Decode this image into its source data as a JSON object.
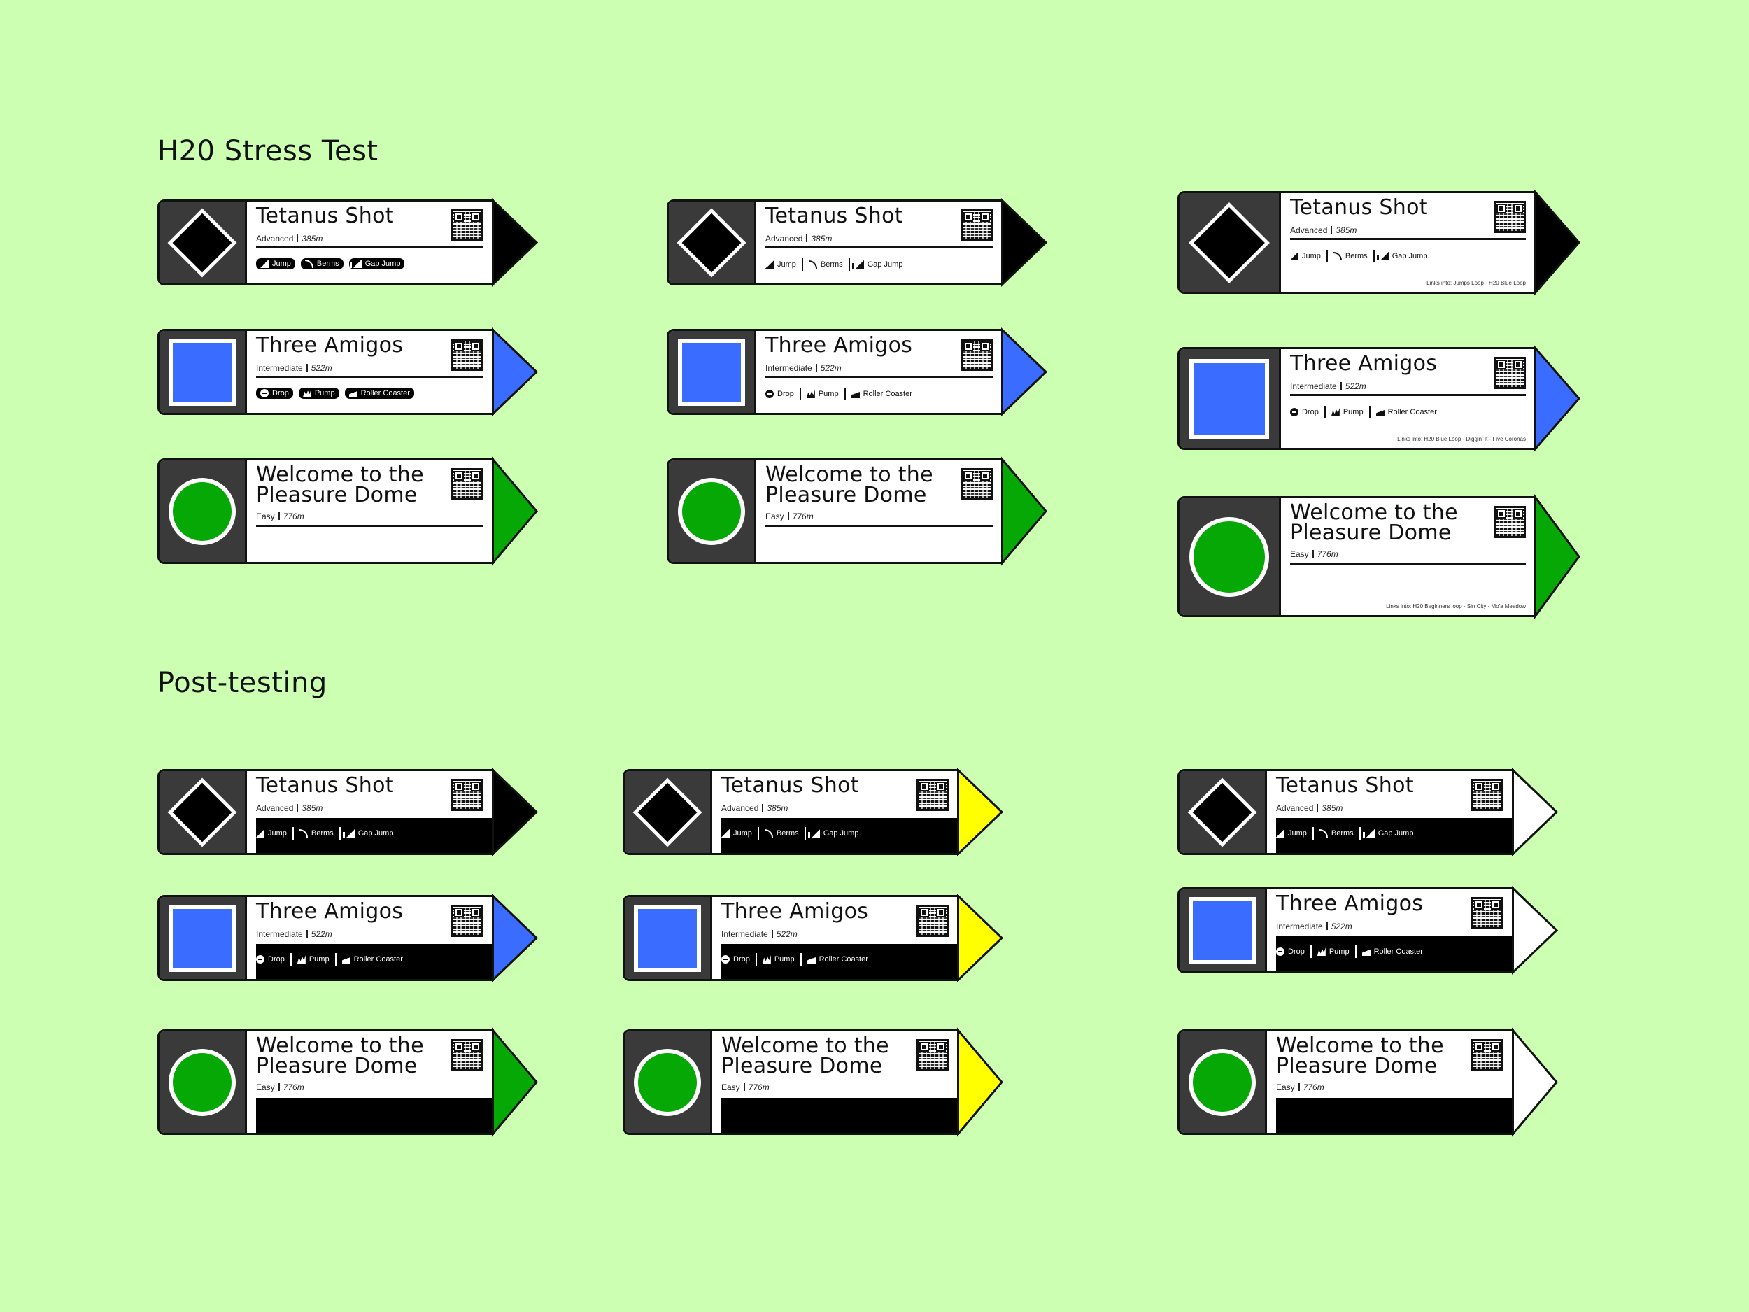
{
  "sections": {
    "stress_title": "H20 Stress Test",
    "post_title": "Post-testing"
  },
  "trails": {
    "tetanus": {
      "name": "Tetanus Shot",
      "grade": "Advanced",
      "length": "385m",
      "symbol": "diamond-icon"
    },
    "amigos": {
      "name": "Three Amigos",
      "grade": "Intermediate",
      "length": "522m",
      "symbol": "square-icon"
    },
    "dome": {
      "name": "Welcome to the Pleasure Dome",
      "grade": "Easy",
      "length": "776m",
      "symbol": "circle-icon"
    }
  },
  "features": {
    "jump": "Jump",
    "berms": "Berms",
    "gap_jump": "Gap Jump",
    "drop": "Drop",
    "pump": "Pump",
    "roller_coaster": "Roller Coaster"
  },
  "links": {
    "tetanus": "Links into: Jumps Loop - H20 Blue Loop",
    "amigos": "Links into: H20 Blue Loop - Diggin' It - Five Coronas",
    "dome": "Links into: H20 Beginners loop - Sin City - Mo'a Meadow"
  },
  "colors": {
    "background": "#ccffb2",
    "advanced": "#000000",
    "intermediate": "#3a6dff",
    "easy": "#05a805",
    "wayfinding_yellow": "#ffff00",
    "neutral_white": "#ffffff",
    "panel_dark": "#3a3a3a"
  }
}
